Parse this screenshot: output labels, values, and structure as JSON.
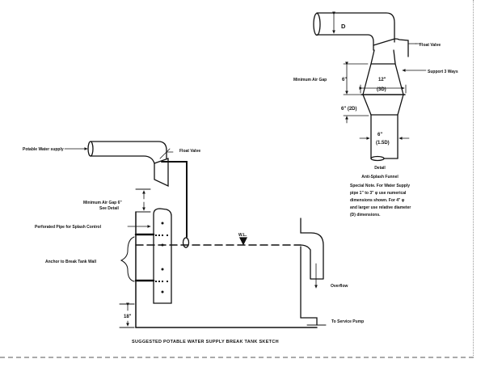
{
  "title": "SUGGESTED POTABLE WATER SUPPLY BREAK TANK SKETCH",
  "main_sketch": {
    "labels": {
      "potable_water_supply": "Potable Water supply",
      "float_valve": "Float Valve",
      "min_air_gap_line1": "Minimum Air Gap 6\"",
      "min_air_gap_line2": "See Detail",
      "perforated_pipe": "Perforated Pipe for Splash Control",
      "anchor": "Anchor to Break Tank Wall",
      "water_level": "W.L.",
      "overflow": "Overflow",
      "service_pump": "To Service Pump",
      "bottom_clearance": "18\""
    }
  },
  "detail": {
    "pipe_diameter": "D",
    "float_valve": "Float Valve",
    "support": "Support 3 Ways",
    "min_air_gap": "Minimum Air Gap",
    "air_gap_value": "6\"",
    "funnel_width": "12\"",
    "funnel_width_rel": "(3D)",
    "taper_height": "6\" (2D)",
    "outlet_width": "6\"",
    "outlet_width_rel": "(1.5D)",
    "caption_title": "Detail",
    "caption_subtitle": "Anti-Splash Funnel",
    "note_lines": [
      "Special Note. For Water Supply",
      "pipe 1\" to 3\" φ use numerical",
      "dimensions shown. For 4\" φ",
      "and larger use relative diameter",
      "(D) dimensions."
    ]
  }
}
